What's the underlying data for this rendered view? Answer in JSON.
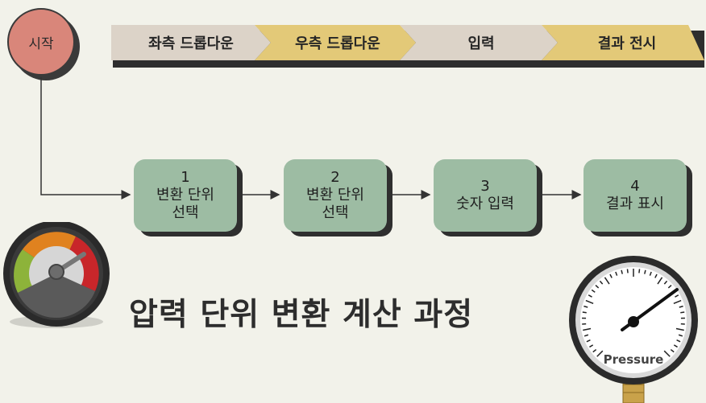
{
  "start": {
    "label": "시작"
  },
  "phases": [
    {
      "label": "좌측 드롭다운",
      "color": "#dcd3c8"
    },
    {
      "label": "우측 드롭다운",
      "color": "#e3c978"
    },
    {
      "label": "입력",
      "color": "#dcd3c8"
    },
    {
      "label": "결과 전시",
      "color": "#e3c978"
    }
  ],
  "steps": [
    {
      "number": "1",
      "line1": "변환 단위",
      "line2": "선택"
    },
    {
      "number": "2",
      "line1": "변환 단위",
      "line2": "선택"
    },
    {
      "number": "3",
      "line1": "숫자 입력",
      "line2": ""
    },
    {
      "number": "4",
      "line1": "결과 표시",
      "line2": ""
    }
  ],
  "title": "압력 단위 변환 계산 과정",
  "gauge": {
    "label": "Pressure"
  },
  "colors": {
    "box": "#9dbca3",
    "start": "#d9867a",
    "gold": "#e3c978",
    "tan": "#dcd3c8"
  }
}
